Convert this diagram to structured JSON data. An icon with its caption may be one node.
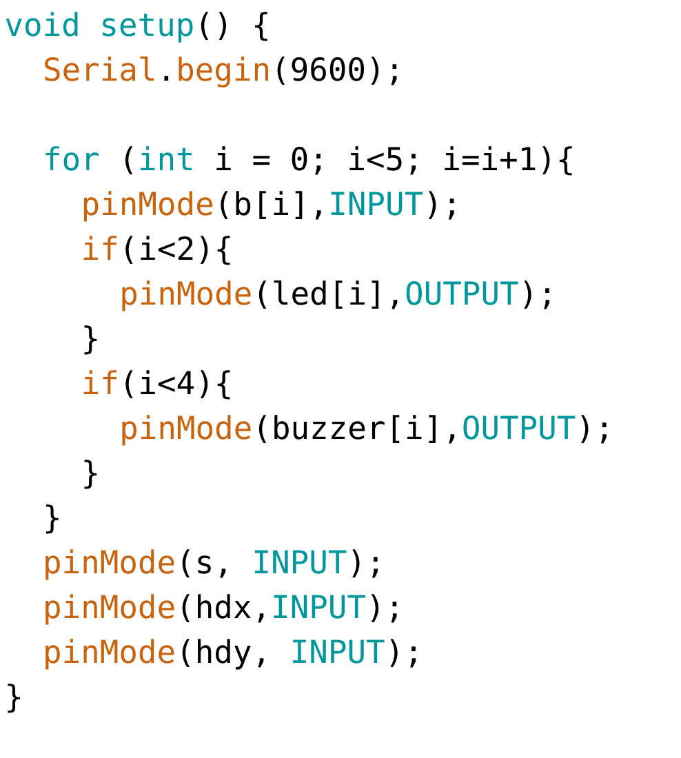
{
  "diagram": {
    "labels": [
      "void setup",
      "() {",
      "Serial",
      ".",
      "begin",
      "(9600);",
      "for",
      "(",
      "int",
      "i = 0; i<5; i=i+1){",
      "pinMode",
      "(b[i],",
      "INPUT",
      ");",
      "if",
      "(i<2){",
      "pinMode",
      "(led[i],",
      "OUTPUT",
      ");",
      "}",
      "if",
      "(i<4){",
      "pinMode",
      "(buzzer[i],",
      "OUTPUT",
      ");",
      "}",
      "}",
      "pinMode",
      "(s,",
      "INPUT",
      ");",
      "pinMode",
      "(hdx,",
      "INPUT",
      ");",
      "pinMode",
      "(hdy,",
      "INPUT",
      ");",
      "}"
    ]
  }
}
